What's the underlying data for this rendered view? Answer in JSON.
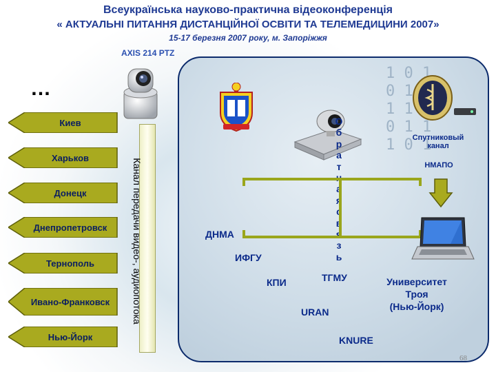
{
  "header": {
    "line1": "Всеукраїнська науково-практична відеоконференція",
    "line2": "« АКТУАЛЬНІ ПИТАННЯ ДИСТАНЦІЙНОЇ ОСВІТИ ТА ТЕЛЕМЕДИЦИНИ 2007»",
    "line3": "15-17 березня 2007 року, м. Запоріжжя"
  },
  "camera": {
    "label": "AXIS 214 PTZ",
    "icon": "ptz-camera-icon"
  },
  "ellipsis": "…",
  "cities": [
    "Киев",
    "Харьков",
    "Донецк",
    "Днепропетровск",
    "Тернополь",
    "Ивано-Франковск",
    "Нью-Йорк"
  ],
  "channel_label": "Канал передачи видео-, аудиопотока",
  "feedback_label": "Обратная связь",
  "satellite": {
    "line1": "Спутниковый",
    "line2": "канал",
    "org": "НМАПО"
  },
  "orgs": [
    "ДНМА",
    "ИФГУ",
    "КПИ",
    "ТГМУ",
    "URAN",
    "KNURE"
  ],
  "university": {
    "line1": "Университет",
    "line2": "Троя",
    "line3": "(Нью-Йорк)"
  },
  "page_number": "68",
  "colors": {
    "arrow_fill": "#a9aa1f",
    "arrow_stroke": "#5d5e0a",
    "title": "#1f3a93",
    "panel_border": "#0b2a6b",
    "connector": "#9aa61c"
  }
}
